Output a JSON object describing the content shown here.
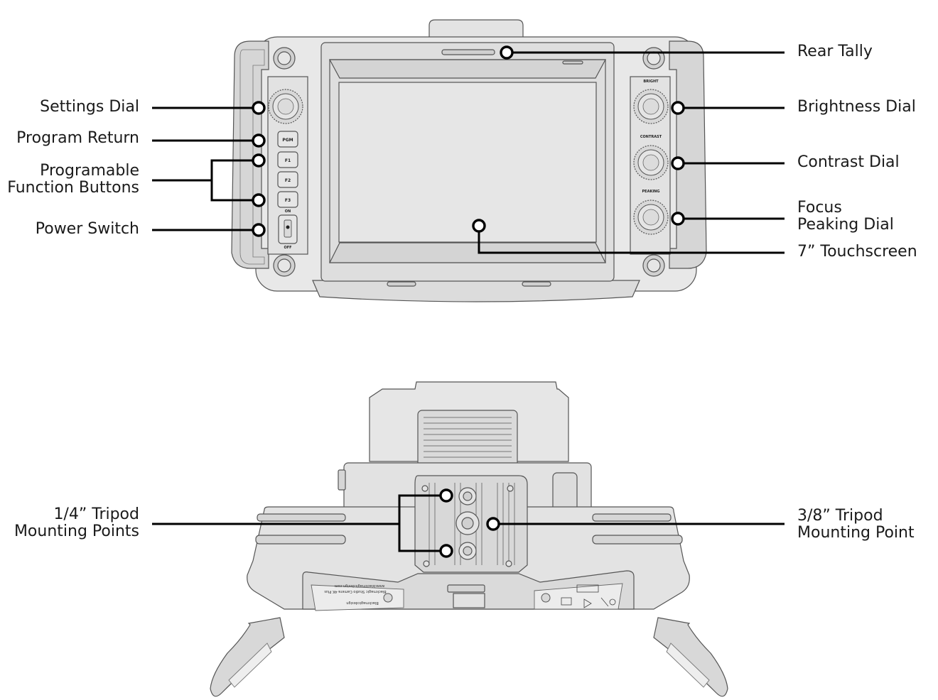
{
  "callouts_top": {
    "settings_dial": "Settings Dial",
    "program_return": "Program Return",
    "programmable_line1": "Programable",
    "programmable_line2": "Function Buttons",
    "power_switch": "Power Switch",
    "rear_tally": "Rear Tally",
    "brightness_dial": "Brightness Dial",
    "contrast_dial": "Contrast Dial",
    "focus_line1": "Focus",
    "focus_line2": "Peaking Dial",
    "touchscreen": "7” Touchscreen"
  },
  "callouts_bottom": {
    "quarter_line1": "1/4” Tripod",
    "quarter_line2": "Mounting Points",
    "threeeighth_line1": "3/8” Tripod",
    "threeeighth_line2": "Mounting Point"
  },
  "device_markings": {
    "pgm": "PGM",
    "f1": "F1",
    "f2": "F2",
    "f3": "F3",
    "on": "ON",
    "off": "OFF",
    "bright": "BRIGHT",
    "contrast": "CONTRAST",
    "peaking": "PEAKING",
    "brand": "Blackmagicdesign",
    "model": "Blackmagic Studio Camera 4K Plus",
    "url": "www.blackmagicdesign.com"
  },
  "colors": {
    "device_fill": "#e6e6e6",
    "device_dark": "#cfcfcf",
    "outline": "#555555",
    "callout_line": "#000000",
    "label_text": "#1a1a1a"
  }
}
